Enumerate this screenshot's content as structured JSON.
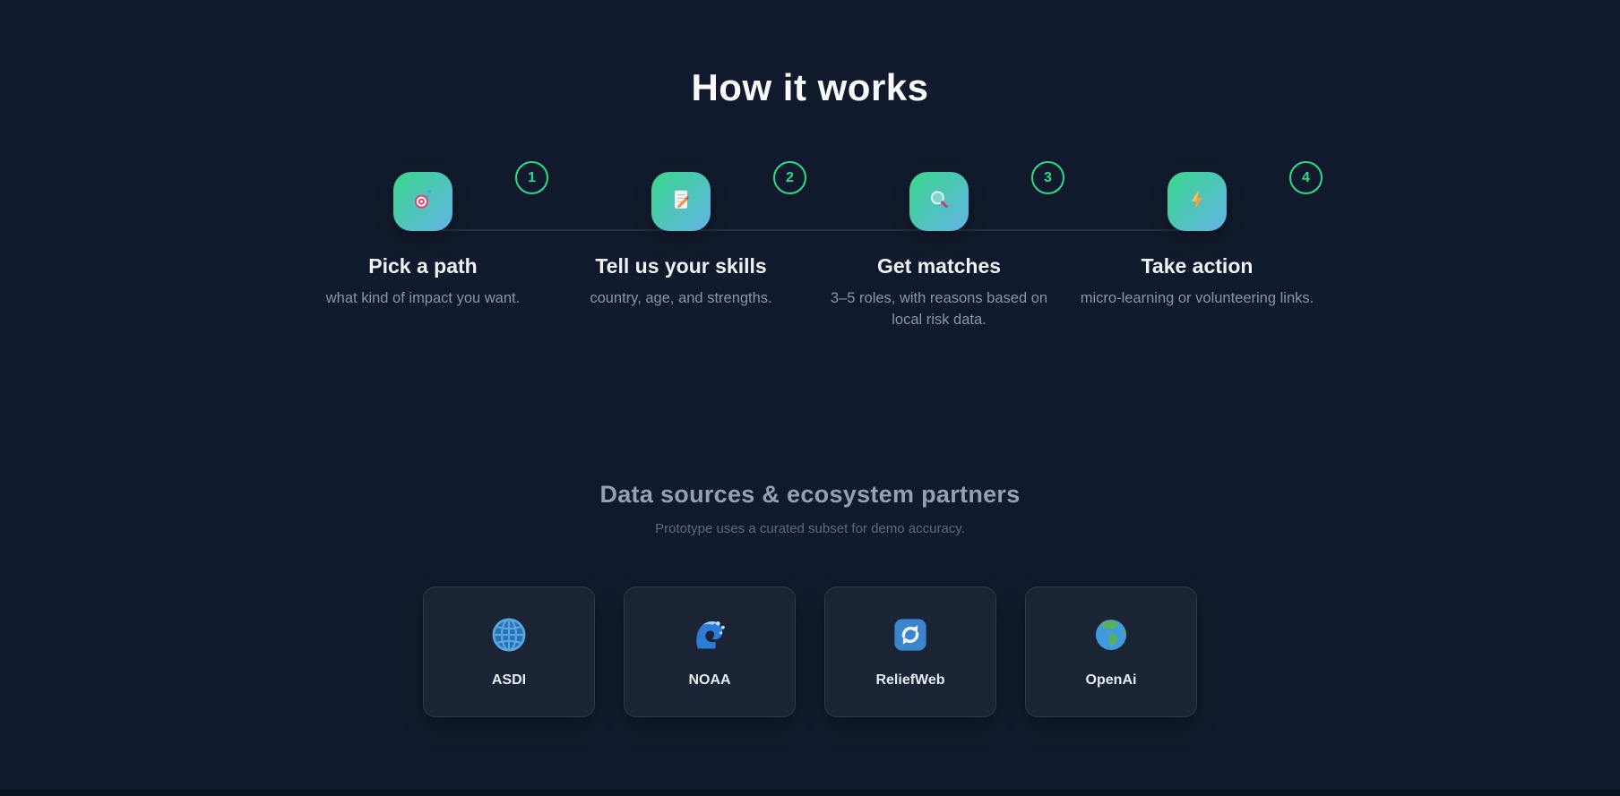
{
  "page": {
    "background_color": "#111a2c",
    "accent_green": "#27de8e",
    "tile_gradient_start": "#38d78a",
    "tile_gradient_end": "#63b3e7"
  },
  "how_it_works": {
    "title": "How it works",
    "steps": [
      {
        "number": "1",
        "icon": "target-icon",
        "title": "Pick a path",
        "description": "what kind of impact you want."
      },
      {
        "number": "2",
        "icon": "memo-icon",
        "title": "Tell us your skills",
        "description": "country, age, and strengths."
      },
      {
        "number": "3",
        "icon": "search-icon",
        "title": "Get matches",
        "description": "3–5 roles, with reasons based on local risk data."
      },
      {
        "number": "4",
        "icon": "lightning-icon",
        "title": "Take action",
        "description": "micro-learning or volunteering links."
      }
    ]
  },
  "partners": {
    "title": "Data sources & ecosystem partners",
    "subtitle": "Prototype uses a curated subset for demo accuracy.",
    "items": [
      {
        "name": "ASDI",
        "icon": "globe-meridians-icon"
      },
      {
        "name": "NOAA",
        "icon": "wave-icon"
      },
      {
        "name": "ReliefWeb",
        "icon": "sync-arrows-icon"
      },
      {
        "name": "OpenAi",
        "icon": "earth-globe-icon"
      }
    ]
  }
}
